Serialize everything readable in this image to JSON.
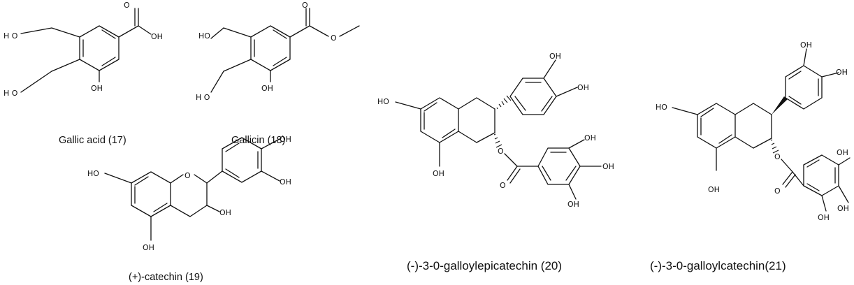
{
  "compounds": [
    {
      "name": "Gallic acid (17)",
      "labels": {
        "oh_top": "OH",
        "ho_left": "H O",
        "ho_mid": "H O",
        "oh_bottom": "OH",
        "o_carbonyl": "O"
      }
    },
    {
      "name": "Gallicin (18)",
      "labels": {
        "ho_left": "HO",
        "ho_mid": "H O",
        "oh_bottom": "OH",
        "o_carbonyl": "O",
        "o_ester": "O"
      }
    },
    {
      "name": "(+)-catechin (19)",
      "labels": {
        "ho_left": "HO",
        "o_ring": "O",
        "oh_3": "OH",
        "oh_5": "OH",
        "oh_b1": "OH",
        "oh_b2": "OH"
      }
    },
    {
      "name": "(-)-3-0-galloylepicatechin (20)",
      "labels": {
        "ho_left": "HO",
        "oh_bottom": "OH",
        "o_ester": "O",
        "o_carbonyl": "O",
        "oh_b1": "OH",
        "oh_b2": "OH",
        "oh_g1": "OH",
        "oh_g2": "OH",
        "oh_g3": "OH"
      }
    },
    {
      "name": "(-)-3-0-galloylcatechin(21)",
      "labels": {
        "ho_left": "HO",
        "oh_bottom": "OH",
        "o_ester": "O",
        "o_carbonyl": "O",
        "oh_b1": "OH",
        "oh_b2": "OH",
        "oh_g1": "OH",
        "oh_g2": "OH",
        "oh_g3": "OH"
      }
    }
  ]
}
